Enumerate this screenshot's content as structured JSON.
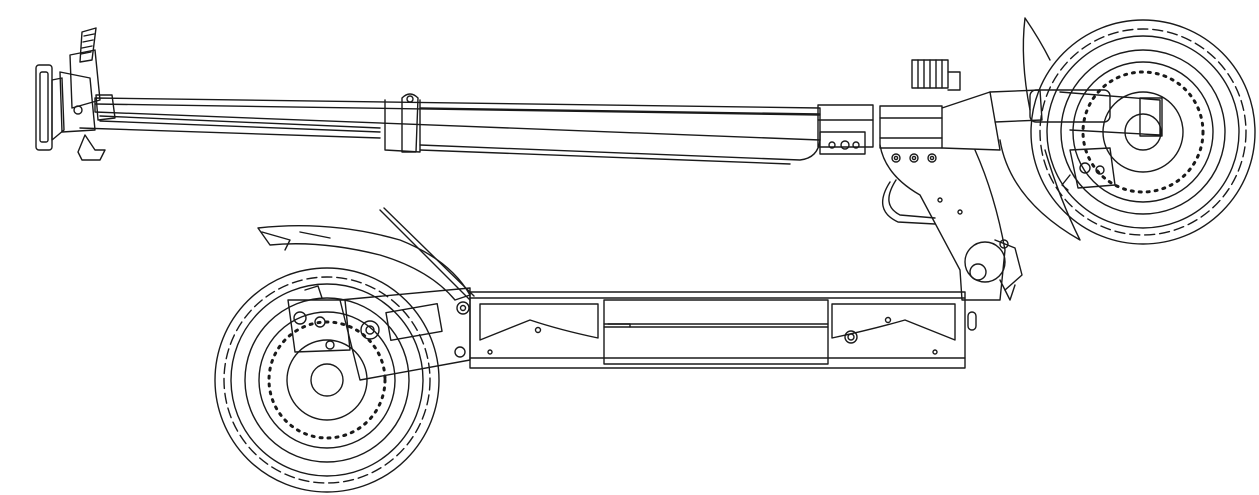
{
  "image": {
    "subject": "folded-electric-scooter-line-drawing",
    "background_color": "#ffffff",
    "line_color": "#1a1a1a"
  },
  "parts": [
    {
      "name": "handlebar-grip",
      "icon": "grip-icon"
    },
    {
      "name": "display-console",
      "icon": "display-icon"
    },
    {
      "name": "folded-stem",
      "icon": "stem-icon"
    },
    {
      "name": "stem-clamp",
      "icon": "clamp-icon"
    },
    {
      "name": "front-wheel",
      "icon": "wheel-icon"
    },
    {
      "name": "front-fender",
      "icon": "fender-icon"
    },
    {
      "name": "front-disc-brake",
      "icon": "disc-brake-icon"
    },
    {
      "name": "folding-hinge",
      "icon": "hinge-icon"
    },
    {
      "name": "deck",
      "icon": "deck-icon"
    },
    {
      "name": "rear-wheel",
      "icon": "wheel-icon"
    },
    {
      "name": "rear-fender",
      "icon": "fender-icon"
    },
    {
      "name": "rear-disc-brake",
      "icon": "disc-brake-icon"
    },
    {
      "name": "rear-suspension",
      "icon": "suspension-icon"
    }
  ]
}
